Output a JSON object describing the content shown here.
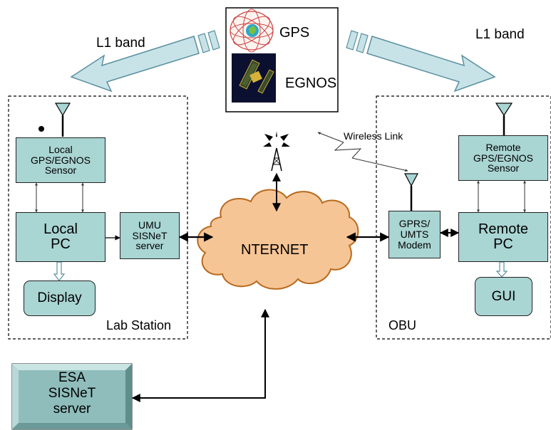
{
  "satellite_box": {
    "gps_label": "GPS",
    "egnos_label": "EGNOS"
  },
  "bands": {
    "left": "L1 band",
    "right": "L1 band"
  },
  "lab_station": {
    "title": "Lab Station",
    "sensor": "Local\nGPS/EGNOS\nSensor",
    "pc": "Local\nPC",
    "server": "UMU\nSISNeT\nserver",
    "display": "Display"
  },
  "obu": {
    "title": "OBU",
    "sensor": "Remote\nGPS/EGNOS\nSensor",
    "modem": "GPRS/\nUMTS\nModem",
    "pc": "Remote\nPC",
    "gui": "GUI"
  },
  "internet": {
    "label": "NTERNET"
  },
  "wireless": {
    "label": "Wireless Link"
  },
  "esa_server": {
    "label": "ESA\nSISNeT\nserver"
  },
  "colors": {
    "box_fill": "#a9d5d3",
    "cloud_fill": "#f6c596",
    "arrow_fill": "#c7e3e7"
  }
}
